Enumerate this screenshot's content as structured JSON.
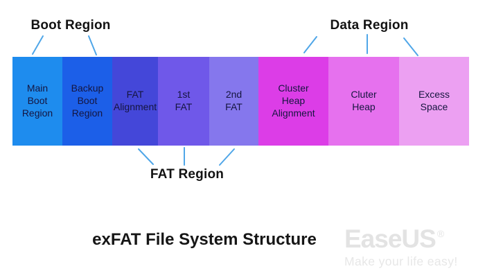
{
  "diagram": {
    "title": "exFAT File System Structure",
    "blocks": [
      {
        "label": "Main\nBoot\nRegion",
        "color": "#1E8CEE",
        "width": 72
      },
      {
        "label": "Backup\nBoot\nRegion",
        "color": "#1C5FE8",
        "width": 72
      },
      {
        "label": "FAT\nAlignment",
        "color": "#4447D9",
        "width": 66
      },
      {
        "label": "1st\nFAT",
        "color": "#6F58E9",
        "width": 74
      },
      {
        "label": "2nd\nFAT",
        "color": "#8577ED",
        "width": 71
      },
      {
        "label": "Cluster\nHeap\nAlignment",
        "color": "#DC3DE7",
        "width": 101
      },
      {
        "label": "Cluter\nHeap",
        "color": "#E671EE",
        "width": 102
      },
      {
        "label": "Excess\nSpace",
        "color": "#ECA0F2",
        "width": 101
      }
    ],
    "group_labels": {
      "boot": "Boot Region",
      "data": "Data Region",
      "fat": "FAT Region"
    },
    "connector_color": "#4FA6E8",
    "block_text_color": "#15153F"
  },
  "branding": {
    "logo_text": "EaseUS",
    "registered_mark": "®",
    "tagline": "Make your life easy!",
    "logo_color": "#E3E3E3",
    "tagline_color": "#E7E7E7"
  }
}
